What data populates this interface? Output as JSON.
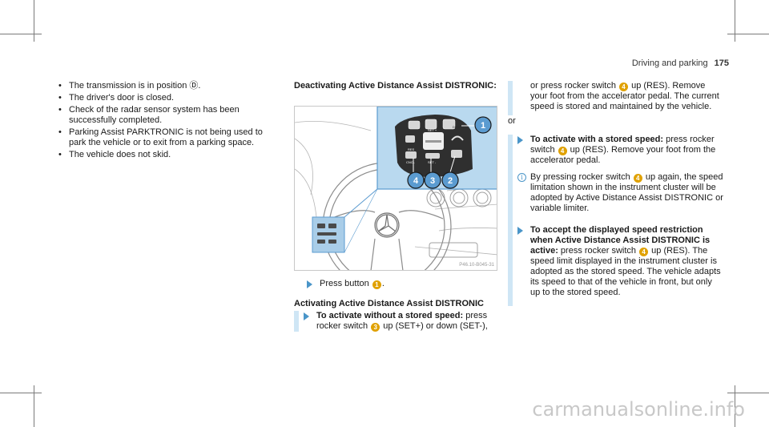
{
  "header": {
    "section": "Driving and parking",
    "page": "175"
  },
  "left_bullets": [
    "The transmission is in position Ⓓ.",
    "The driver's door is closed.",
    "Check of the radar sensor system has been successfully completed.",
    "Parking Assist PARKTRONIC is not being used to park the vehicle or to exit from a parking space.",
    "The vehicle does not skid."
  ],
  "deactivate": {
    "heading": "Deactivating Active Distance Assist DISTRONIC:",
    "figure_label": "P46.10-B045-31",
    "step": {
      "pre": "Press button ",
      "num": "1",
      "post": "."
    }
  },
  "activate": {
    "heading": "Activating Active Distance Assist DISTRONIC",
    "step1": {
      "bold": "To activate without a stored speed:",
      "pre": " press rocker switch ",
      "num": "3",
      "post": " up (SET+) or down (SET-),"
    },
    "cont": {
      "pre": "or press rocker switch ",
      "num": "4",
      "post": " up (RES). Remove your foot from the accelerator pedal. The current speed is stored and maintained by the vehicle."
    },
    "or": "or",
    "step2": {
      "bold": "To activate with a stored speed:",
      "pre": " press rocker switch ",
      "num": "4",
      "post": " up (RES). Remove your foot from the accelerator pedal."
    },
    "info": {
      "pre": "By pressing rocker switch ",
      "num": "4",
      "post": " up again, the speed limitation shown in the instrument cluster will be adopted by Active Distance Assist DISTRONIC or variable limiter."
    },
    "step3": {
      "bold": "To accept the displayed speed restriction when Active Distance Assist DISTRONIC is active:",
      "pre": " press rocker switch ",
      "num": "4",
      "post": " up (RES). The speed limit displayed in the instrument cluster is adopted as the stored speed. The vehicle adapts its speed to that of the vehicle in front, but only up to the stored speed."
    }
  },
  "callouts": [
    "1",
    "4",
    "3",
    "2"
  ],
  "button_labels": {
    "res": "RES",
    "cncl": "CNCL",
    "set_plus": "SET +",
    "set_minus": "SET -",
    "dist": "DIST"
  },
  "watermark": "carmanualsonline.info",
  "colors": {
    "accent_blue": "#4a95c8",
    "callout_yellow": "#e0a100",
    "bar_blue": "#cfe6f5"
  }
}
